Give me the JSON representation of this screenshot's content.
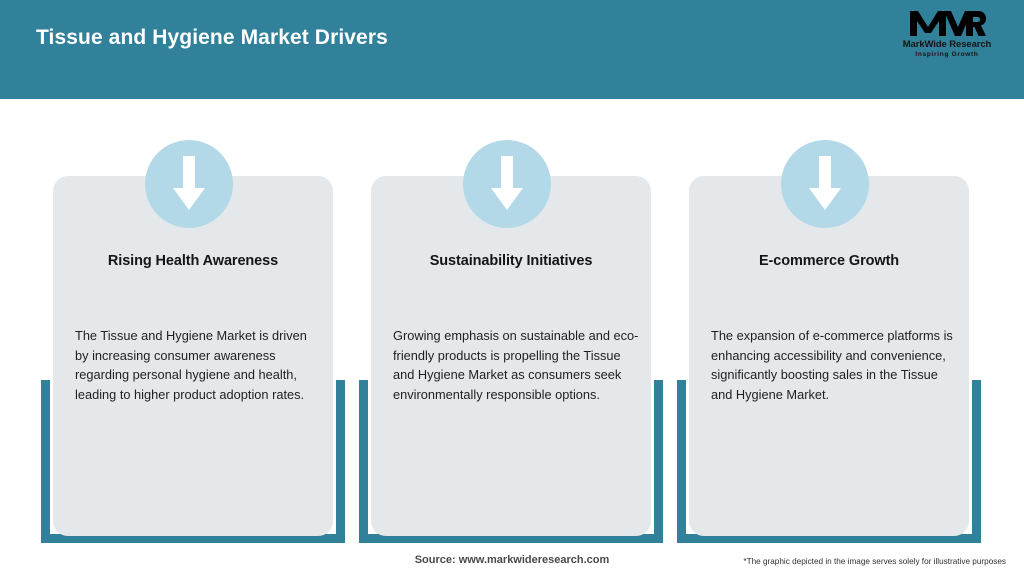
{
  "header": {
    "title": "Tissue and Hygiene Market Drivers",
    "background_color": "#31819a",
    "title_color": "#ffffff"
  },
  "logo": {
    "mark": "MWR",
    "name": "MarkWide Research",
    "tagline": "Inspiring Growth"
  },
  "theme": {
    "teal": "#31819a",
    "card_gray": "#e4e8ea",
    "badge_blue": "#b3d9e8",
    "arrow_white": "#ffffff"
  },
  "cards": [
    {
      "icon": "down-arrow-icon",
      "title": "Rising Health Awareness",
      "body": "The Tissue and Hygiene Market is driven by increasing consumer awareness regarding personal hygiene and health, leading to higher product adoption rates."
    },
    {
      "icon": "down-arrow-icon",
      "title": "Sustainability Initiatives",
      "body": "Growing emphasis on sustainable and eco-friendly products is propelling the Tissue and Hygiene Market as consumers seek environmentally responsible options."
    },
    {
      "icon": "down-arrow-icon",
      "title": "E-commerce Growth",
      "body": "The expansion of e-commerce platforms is enhancing accessibility and convenience, significantly boosting sales in the Tissue and Hygiene Market."
    }
  ],
  "footer": {
    "source": "Source: www.markwideresearch.com",
    "disclaimer": "*The graphic depicted in the image serves solely for illustrative purposes"
  }
}
